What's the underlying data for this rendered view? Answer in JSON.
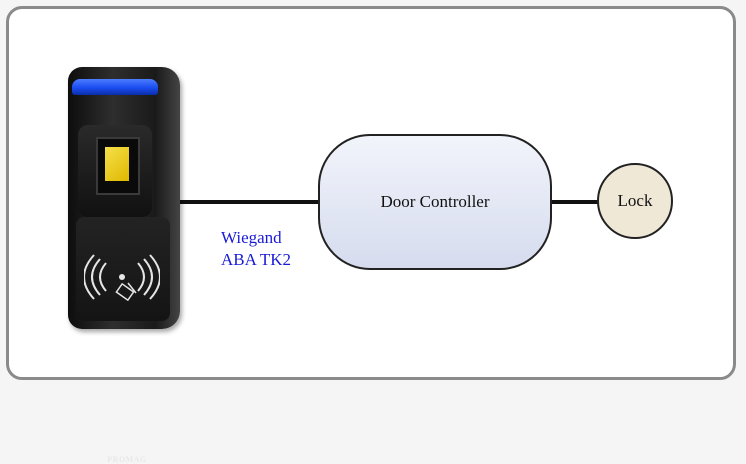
{
  "reader": {
    "brand": "PROMAG",
    "led_color": "#1a4cf0",
    "sensor_color": "#f0cf1a"
  },
  "controller": {
    "label": "Door Controller"
  },
  "lock": {
    "label": "Lock"
  },
  "connection": {
    "protocol_line1": "Wiegand",
    "protocol_line2": "ABA TK2",
    "label_color": "#1a1ad6"
  }
}
